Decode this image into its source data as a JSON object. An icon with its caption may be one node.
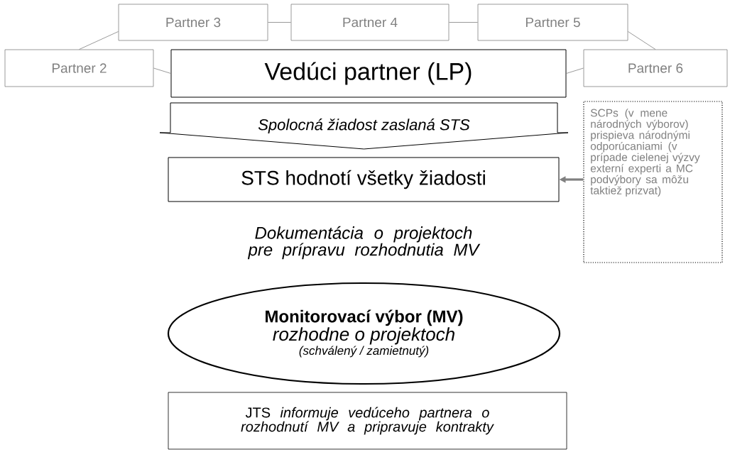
{
  "diagram": {
    "nodes": [
      {
        "text": [
          "Partner 2"
        ]
      },
      {
        "text": [
          "Partner 3"
        ]
      },
      {
        "text": [
          "Partner 4"
        ]
      },
      {
        "text": [
          "Partner 5"
        ]
      },
      {
        "text": [
          "Partner 6"
        ]
      },
      {
        "text": [
          "Vedúci partner (LP)"
        ]
      },
      {
        "text": [
          "Spolocná žiadost zaslaná STS"
        ]
      },
      {
        "text": [
          "STS hodnotí všetky žiadosti"
        ]
      },
      {
        "text": [
          "SCPs (v mene národných výborov) prispieva národnými odporúcaniami (v prípade cielenej výzvy externí experti a MC podvýbory sa môžu taktiež prizvat)"
        ]
      },
      {
        "text": [
          "Monitorovací výbor (MV)",
          "rozhodne o projektoch",
          "(schválený / zamietnutý)"
        ]
      },
      {
        "text": [
          "JTS *informuje vedúceho partnera o rozhodnutí MV a pripravuje kontrakty*"
        ]
      }
    ],
    "edges": [
      {
        "from": 0,
        "to": 1,
        "arrow": "none"
      },
      {
        "from": 1,
        "to": 2,
        "arrow": "none"
      },
      {
        "from": 2,
        "to": 3,
        "arrow": "none"
      },
      {
        "from": 3,
        "to": 4,
        "arrow": "none"
      },
      {
        "from": 0,
        "to": 5,
        "arrow": "none"
      },
      {
        "from": 5,
        "to": 4,
        "arrow": "none"
      },
      {
        "from": 8,
        "to": 7,
        "arrow": "to",
        "style": "thick"
      }
    ],
    "labels": [
      "Dokumentácia o projektoch pre prípravu rozhodnutia MV"
    ]
  }
}
